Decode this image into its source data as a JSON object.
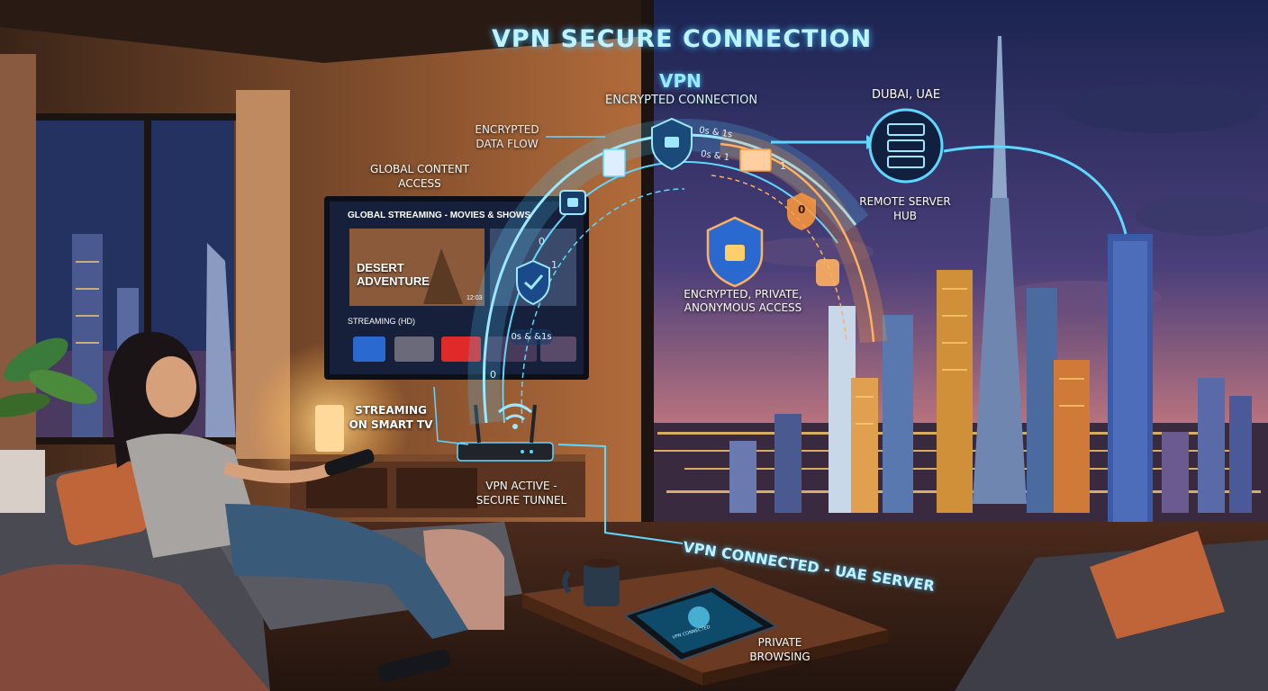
{
  "title": "VPN SECURE CONNECTION",
  "vpn_tunnel": {
    "header": "VPN",
    "subheader": "ENCRYPTED CONNECTION",
    "binary_labels": [
      "0s & 1s",
      "0s & 1",
      "0s & &1s"
    ],
    "number_glyphs": [
      "0",
      "1",
      "0",
      "1",
      "0"
    ]
  },
  "labels": {
    "data_flow": "ENCRYPTED DATA FLOW",
    "global_content": "GLOBAL CONTENT ACCESS",
    "private_access": "ENCRYPTED, PRIVATE, ANONYMOUS ACCESS",
    "streaming_tv": "STREAMING ON SMART TV",
    "vpn_active": "VPN ACTIVE - SECURE TUNNEL",
    "vpn_connected": "VPN CONNECTED - UAE SERVER",
    "private_browsing": "PRIVATE BROWSING"
  },
  "server": {
    "location": "DUBAI, UAE",
    "label": "REMOTE SERVER HUB"
  },
  "tv": {
    "header": "GLOBAL STREAMING - MOVIES & SHOWS",
    "featured_title": "DESERT ADVENTURE",
    "featured_time": "12:03",
    "section_label": "STREAMING (HD)"
  },
  "tablet": {
    "status_text": "VPN CONNECTED"
  },
  "colors": {
    "cyan": "#5fd8ff",
    "orange": "#ff9a3c",
    "sky_top": "#1e2a55",
    "sky_bottom": "#e98d6a",
    "room_wall": "#7a4a32"
  }
}
